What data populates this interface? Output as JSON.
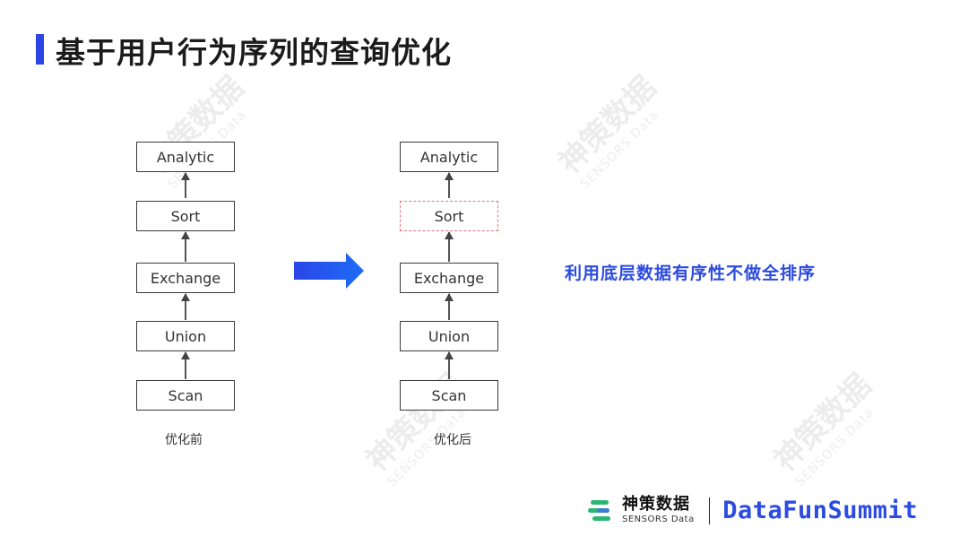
{
  "title": "基于用户行为序列的查询优化",
  "before": {
    "caption": "优化前",
    "nodes": {
      "analytic": "Analytic",
      "sort": "Sort",
      "exchange": "Exchange",
      "union": "Union",
      "scan": "Scan"
    }
  },
  "after": {
    "caption": "优化后",
    "nodes": {
      "analytic": "Analytic",
      "sort": "Sort",
      "exchange": "Exchange",
      "union": "Union",
      "scan": "Scan"
    }
  },
  "note": "利用底层数据有序性不做全排序",
  "watermark": {
    "brand_cn": "神策数据",
    "brand_en": "SENSORS Data"
  },
  "footer": {
    "brand_cn": "神策数据",
    "brand_en": "SENSORS Data",
    "event": "DataFunSummit"
  },
  "colors": {
    "accent": "#2e45e6",
    "note": "#2c4be0",
    "dashed_border": "#e8707a",
    "logo_green": "#2bb673"
  }
}
